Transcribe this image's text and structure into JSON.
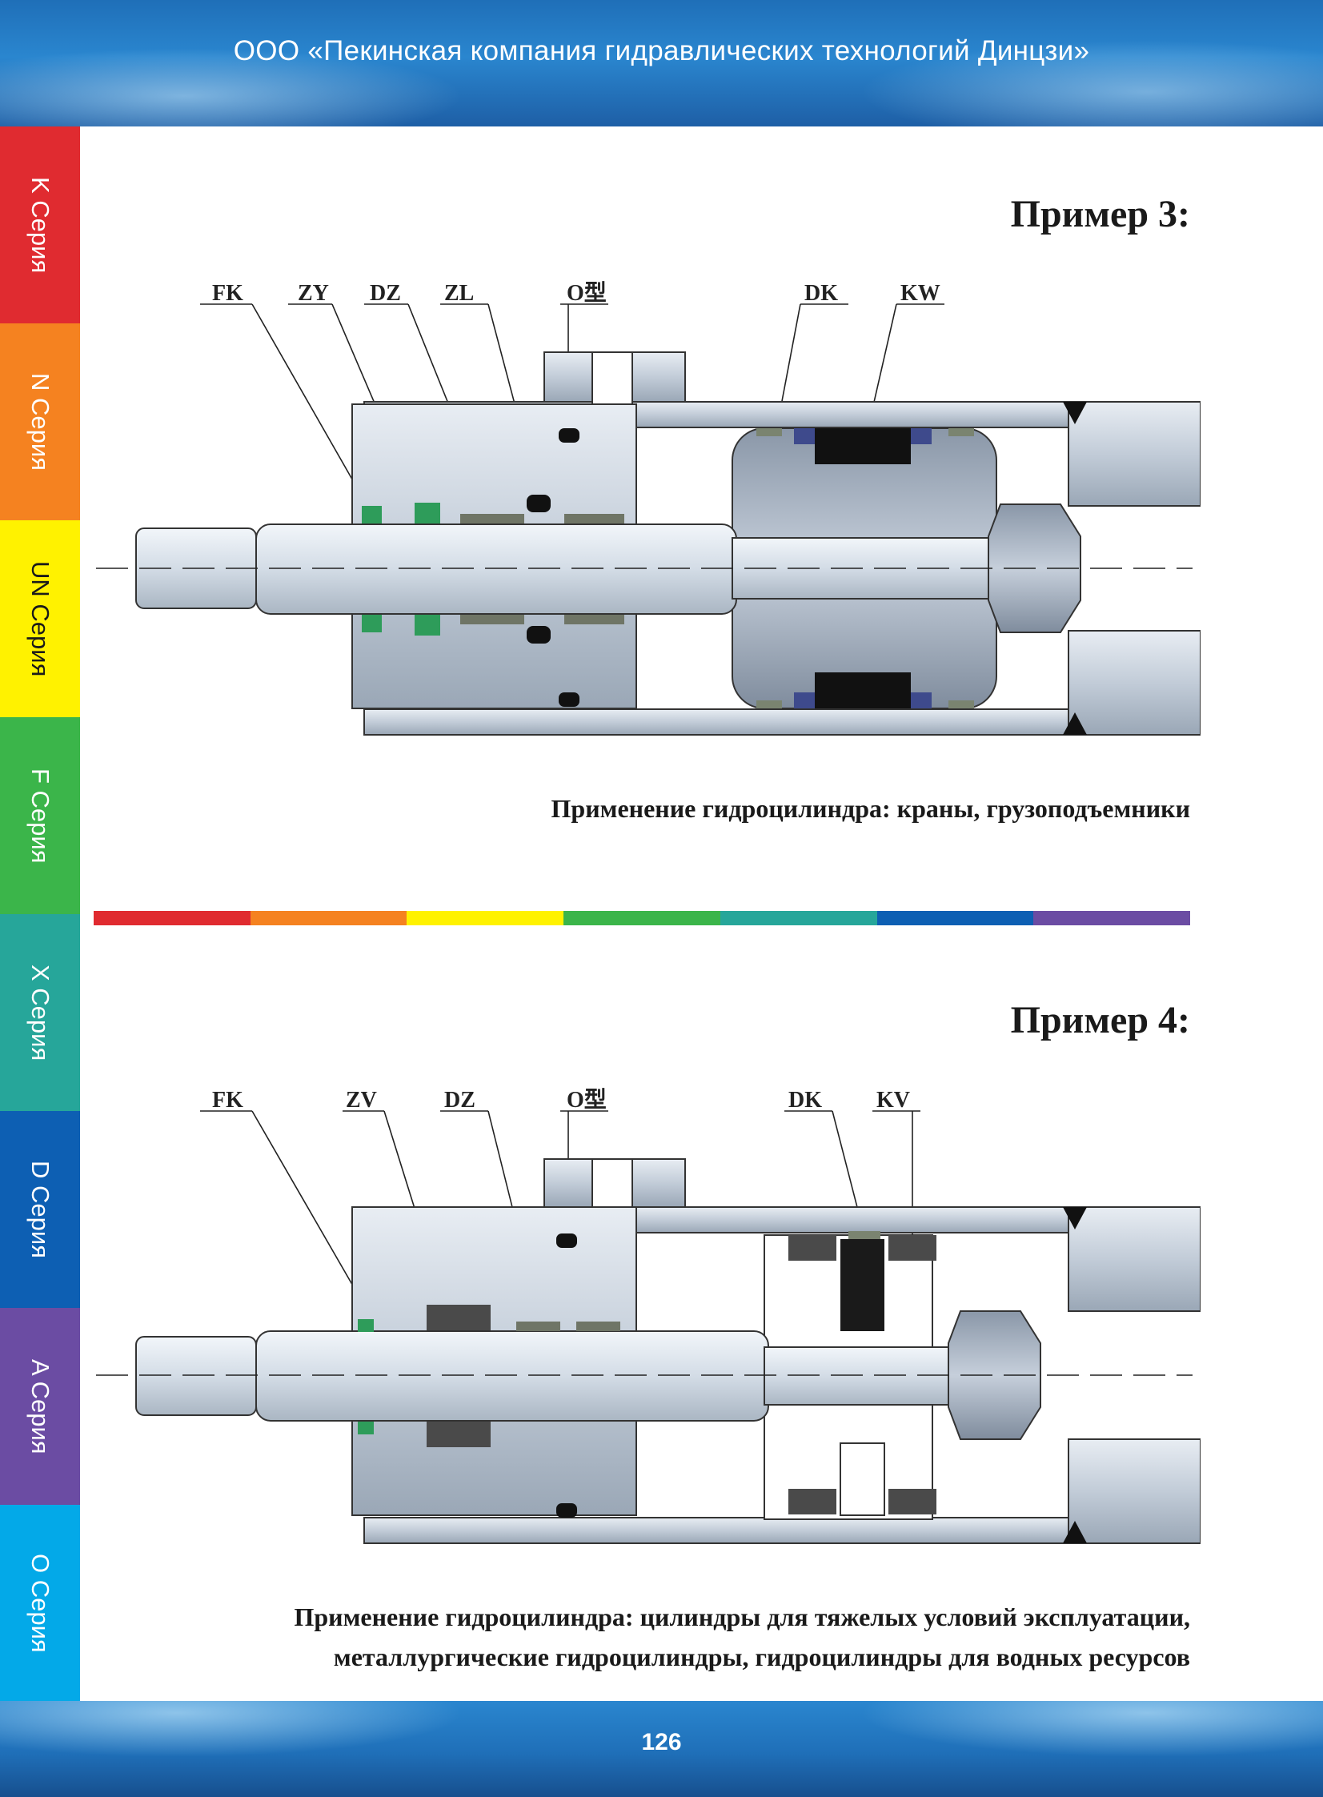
{
  "header": {
    "title": "ООО «Пекинская компания гидравлических технологий Динцзи»"
  },
  "sidebar": {
    "items": [
      {
        "label": "K Серия",
        "color": "#e02b30",
        "text_color": "#ffffff"
      },
      {
        "label": "N Серия",
        "color": "#f58220",
        "text_color": "#ffffff"
      },
      {
        "label": "UN Серия",
        "color": "#fff200",
        "text_color": "#1a1a1a"
      },
      {
        "label": "F Серия",
        "color": "#3bb54a",
        "text_color": "#ffffff"
      },
      {
        "label": "X Серия",
        "color": "#26a69a",
        "text_color": "#ffffff"
      },
      {
        "label": "D Серия",
        "color": "#0d5fb3",
        "text_color": "#ffffff"
      },
      {
        "label": "A Серия",
        "color": "#6b4ca3",
        "text_color": "#ffffff"
      },
      {
        "label": "O Серия",
        "color": "#03a9e8",
        "text_color": "#ffffff"
      }
    ]
  },
  "example3": {
    "title": "Пример 3:",
    "labels": [
      "FK",
      "ZY",
      "DZ",
      "ZL",
      "O型",
      "DK",
      "KW"
    ],
    "caption": "Применение гидроцилиндра: краны, грузоподъемники"
  },
  "divider": {
    "colors": [
      "#e02b30",
      "#f58220",
      "#fff200",
      "#3bb54a",
      "#26a69a",
      "#0d5fb3",
      "#6b4ca3"
    ]
  },
  "example4": {
    "title": "Пример 4:",
    "labels": [
      "FK",
      "ZV",
      "DZ",
      "O型",
      "DK",
      "KV"
    ],
    "caption_line1": "Применение гидроцилиндра: цилиндры для тяжелых условий эксплуатации,",
    "caption_line2": "металлургические гидроцилиндры, гидроцилиндры для водных ресурсов"
  },
  "footer": {
    "page_number": "126"
  }
}
